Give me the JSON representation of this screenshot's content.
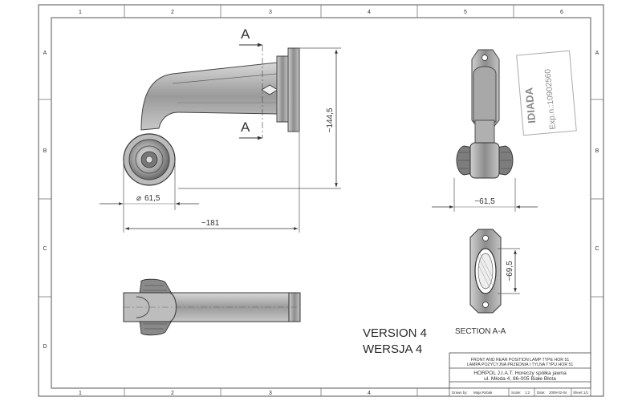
{
  "grid": {
    "columns": [
      "1",
      "2",
      "3",
      "4",
      "5",
      "6"
    ],
    "rows": [
      "A",
      "B",
      "C",
      "D"
    ]
  },
  "dimensions": {
    "section_marker": "A",
    "height": "~144,5",
    "diameter": "61,5",
    "length": "~181",
    "side_width": "~61,5",
    "section_height": "~69,5"
  },
  "version": {
    "line1": "VERSION 4",
    "line2": "WERSJA 4"
  },
  "section_label": "SECTION A-A",
  "stamp": {
    "name": "IDIADA",
    "number": "Exp.n.:10902560"
  },
  "title_block": {
    "title_en": "FRONT AND REAR POSITION LAMP TYPE HOR 51",
    "title_pl": "LAMPA POZYCYJNA PRZEDNIA I TYLNA TYPU HOR 51",
    "company": "HORPOL J.I.A.T. Horeczy spółka jawna",
    "address": "ul. Młoda 4, 86-005 Białe Błota",
    "drawn_by_label": "Drawn by:",
    "drawn_by": "Maja Robak",
    "scale_label": "Scale:",
    "scale": "1:2",
    "date_label": "Date:",
    "date": "2009-02-04",
    "sheet_label": "Sheet:",
    "sheet": "1/1"
  }
}
